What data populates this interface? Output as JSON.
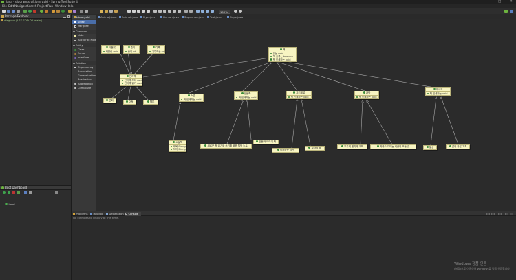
{
  "window": {
    "title": "java - diagram/src/Library.cld - Spring Tool Suite 4",
    "controls": [
      "–",
      "□",
      "✕"
    ]
  },
  "menu": [
    "File",
    "Edit",
    "Navigate",
    "Search",
    "Project",
    "Run",
    "Window",
    "Help"
  ],
  "toolbar": {
    "zoom": "100%"
  },
  "package_explorer": {
    "title": "Package Explorer",
    "tree": [
      {
        "label": "diagram [LSS EOD-06 main]"
      }
    ]
  },
  "boot_dashboard": {
    "title": "Boot Dashboard",
    "items": [
      {
        "label": "local"
      }
    ]
  },
  "editor": {
    "tabs": [
      {
        "label": "Library.cld"
      },
      {
        "label": "AnimalJ.java"
      },
      {
        "label": "AnimalJ.java"
      },
      {
        "label": "Flyer.java"
      },
      {
        "label": "Human.java"
      },
      {
        "label": "Superman.java"
      },
      {
        "label": "Test.java"
      },
      {
        "label": "Dupe.java"
      }
    ],
    "active_tab": 0
  },
  "palette": {
    "tools": [
      {
        "label": "Select",
        "selected": true
      },
      {
        "label": "Marquee"
      }
    ],
    "groups": [
      {
        "label": "Common",
        "items": [
          {
            "label": "Note"
          },
          {
            "label": "Anchor to Note"
          }
        ]
      },
      {
        "label": "Entity",
        "items": [
          {
            "label": "Class"
          },
          {
            "label": "Enum"
          },
          {
            "label": "Interface"
          }
        ]
      },
      {
        "label": "Relation",
        "items": [
          {
            "label": "Dependency"
          },
          {
            "label": "Association"
          },
          {
            "label": "Generalization"
          },
          {
            "label": "Realization"
          },
          {
            "label": "Aggregation"
          },
          {
            "label": "Composite"
          }
        ]
      }
    ]
  },
  "diagram": {
    "classes": [
      {
        "id": "book",
        "name": "책",
        "methods": [
          "읽는 void",
          "책 종류는 boolean",
          "책 인쇄하는 void"
        ]
      },
      {
        "id": "digital",
        "name": "태블릿",
        "methods": [
          "태블릿 void"
        ]
      },
      {
        "id": "paper",
        "name": "종이",
        "methods": [
          "종이 int"
        ]
      },
      {
        "id": "other",
        "name": "기록",
        "methods": [
          "기록하는 void"
        ]
      },
      {
        "id": "reader",
        "name": "전자책",
        "methods": [
          "전자책 보다 void",
          "전자책 읽기 void"
        ]
      },
      {
        "id": "novel",
        "name": "소설",
        "methods": [
          "책 인쇄하는 void"
        ]
      },
      {
        "id": "humanities",
        "name": "인문학",
        "methods": [
          "책 인쇄하는 void"
        ]
      },
      {
        "id": "selfhelp",
        "name": "자기계발",
        "methods": [
          "책 인쇄하는 void"
        ]
      },
      {
        "id": "science",
        "name": "과학",
        "methods": [
          "책 인쇄하는 void"
        ]
      },
      {
        "id": "essay",
        "name": "에세이",
        "methods": [
          "책 인쇄하는 void"
        ]
      },
      {
        "id": "comic",
        "name": "만화",
        "methods": []
      },
      {
        "id": "ebook",
        "name": "이북",
        "methods": []
      },
      {
        "id": "webtoon",
        "name": "웹툰",
        "methods": []
      },
      {
        "id": "novelsub",
        "name": "소설책",
        "methods": [
          "제목 String",
          "저자 String"
        ]
      },
      {
        "id": "h1",
        "name": "새로운 책 읽기와 쓰기를 위한 철학 노트",
        "methods": []
      },
      {
        "id": "h2",
        "name": "인문학 이야기 책",
        "methods": []
      },
      {
        "id": "s1",
        "name": "성공하는 습관",
        "methods": []
      },
      {
        "id": "s2",
        "name": "부자의 꿈",
        "methods": []
      },
      {
        "id": "sc1",
        "name": "우주의 원리와 과학",
        "methods": []
      },
      {
        "id": "sc2",
        "name": "과학으로 보는 세상의 모든 것",
        "methods": []
      },
      {
        "id": "e1",
        "name": "일상",
        "methods": []
      },
      {
        "id": "e2",
        "name": "삶의 작은 기록",
        "methods": []
      }
    ]
  },
  "bottom_panel": {
    "tabs": [
      {
        "label": "Problems"
      },
      {
        "label": "Javadoc"
      },
      {
        "label": "Declaration"
      },
      {
        "label": "Console"
      }
    ],
    "active_tab": 3,
    "message": "No consoles to display at this time."
  },
  "watermark": {
    "line1": "Windows 정품 인증",
    "line2": "[설정]으로 이동하여 Windows를 정품 인증합니다."
  }
}
